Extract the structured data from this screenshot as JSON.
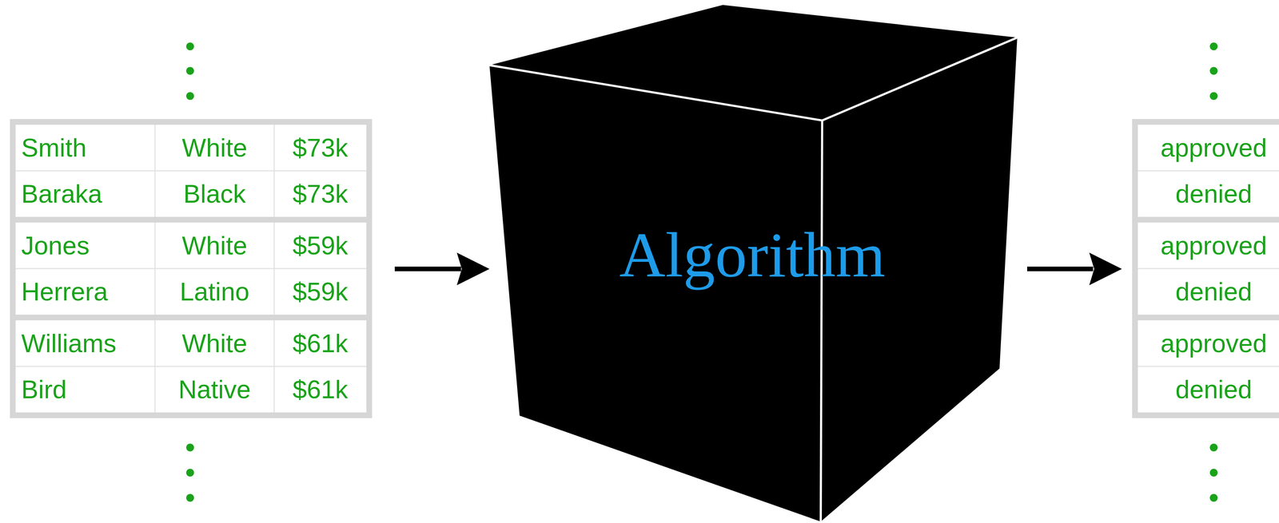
{
  "diagram": {
    "nodes": [
      {
        "text": [
          "Algorithm"
        ]
      }
    ],
    "labels": [
      "Smith",
      "White",
      "$73k",
      "Baraka",
      "Black",
      "$73k",
      "Jones",
      "White",
      "$59k",
      "Herrera",
      "Latino",
      "$59k",
      "Williams",
      "White",
      "$61k",
      "Bird",
      "Native",
      "$61k",
      "approved",
      "denied",
      "approved",
      "denied",
      "approved",
      "denied"
    ]
  }
}
